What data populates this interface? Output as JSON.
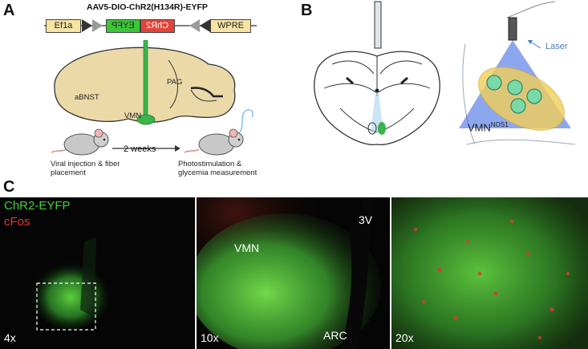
{
  "panels": {
    "a": "A",
    "b": "B",
    "c": "C"
  },
  "construct": {
    "title": "AAV5-DIO-ChR2(H134R)-EYFP",
    "ef1a": "Ef1a",
    "eyfp": "EYFP",
    "chr2": "ChR2",
    "wpre": "WPRE"
  },
  "brain_labels": {
    "pag": "PAG",
    "abnst": "aBNST",
    "vmn": "VMN"
  },
  "timeline": {
    "interval": "2 weeks",
    "step1": "Viral injection & fiber placement",
    "step1_line1": "Viral injection & fiber",
    "step1_line2": "placement",
    "step2": "Photostimulation & glycemia measurement",
    "step2_line1": "Photostimulation &",
    "step2_line2": "glycemia measurement"
  },
  "panel_b": {
    "laser": "Laser",
    "vmn_main": "VMN",
    "vmn_sup": "NOS1"
  },
  "micrographs": {
    "legend_green": "ChR2-EYFP",
    "legend_red": "cFos",
    "m1": {
      "mag": "4x"
    },
    "m2": {
      "mag": "10x",
      "vmn": "VMN",
      "v3": "3V",
      "arc": "ARC"
    },
    "m3": {
      "mag": "20x"
    }
  },
  "colors": {
    "eyfp_box": "#3cc43a",
    "chr2_box": "#e0453a",
    "ef1a_box": "#f7e3a3",
    "wpre_box": "#f7e3a3",
    "brain_fill": "#ecd9a8",
    "vmn_green": "#39b54a",
    "laser_blue": "#2f5fe0",
    "legend_green": "#3ed43a",
    "legend_red": "#e03a2e"
  }
}
